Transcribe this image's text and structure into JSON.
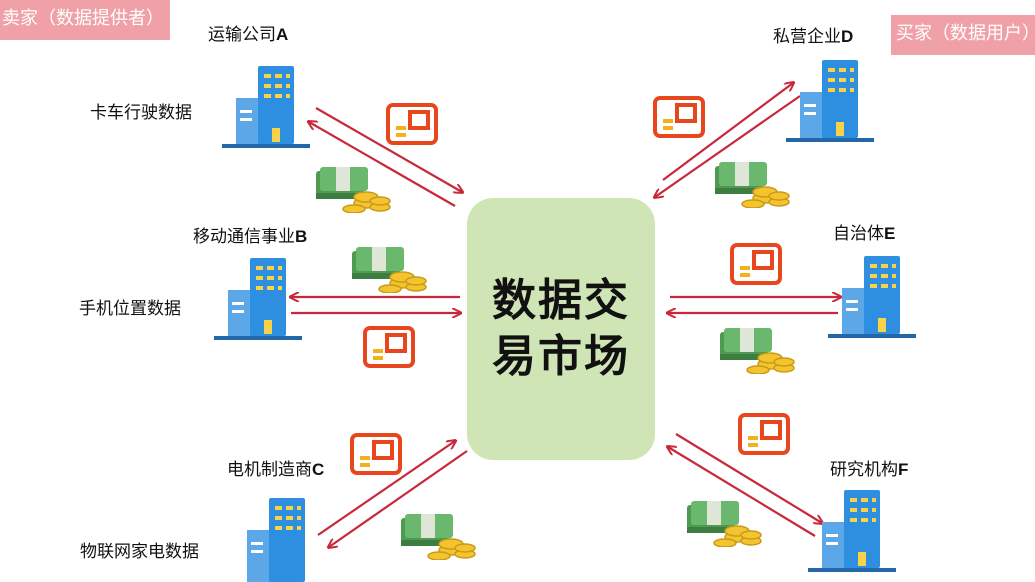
{
  "tags": {
    "sellers": "卖家（数据提供者）",
    "buyers": "买家（数据用户）"
  },
  "market": {
    "title": "数据交易市场"
  },
  "sellers": [
    {
      "company": "运输公司",
      "letter": "A",
      "data": "卡车行驶数据"
    },
    {
      "company": "移动通信事业",
      "letter": "B",
      "data": "手机位置数据"
    },
    {
      "company": "电机制造商",
      "letter": "C",
      "data": "物联网家电数据"
    }
  ],
  "buyers": [
    {
      "company": "私营企业",
      "letter": "D"
    },
    {
      "company": "自治体",
      "letter": "E"
    },
    {
      "company": "研究机构",
      "letter": "F"
    }
  ],
  "colors": {
    "arrow": "#c8283a",
    "card": "#e8461c",
    "market": "#cfe5b6",
    "building": "#2e8fe0",
    "tag": "#f0a1a8"
  },
  "icons": {
    "building": "office-building-icon",
    "card": "data-card-icon",
    "money": "money-coins-icon"
  }
}
